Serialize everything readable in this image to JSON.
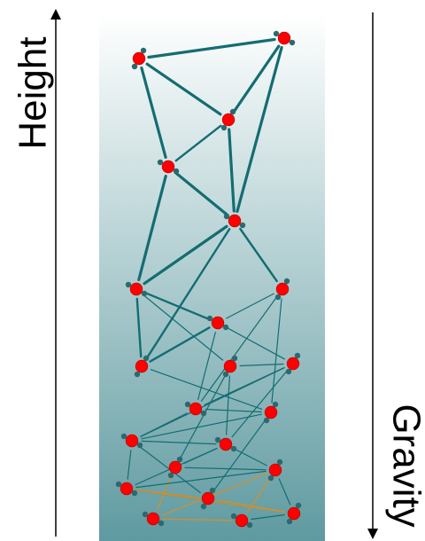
{
  "labels": {
    "height": "Height",
    "gravity": "Gravity"
  },
  "colors": {
    "node": "#ff0000",
    "node_stroke": "#c40000",
    "nub": "#2a6a6e",
    "edge": "#136d72",
    "edge_bottom": "#c8913c",
    "panel_top": "#ffffff",
    "panel_bottom": "#5e9aa0",
    "axis": "#000000"
  },
  "graph": {
    "nodes": [
      {
        "id": "n1"
      },
      {
        "id": "n2"
      },
      {
        "id": "n3"
      },
      {
        "id": "n4"
      },
      {
        "id": "n5"
      },
      {
        "id": "n6"
      },
      {
        "id": "n7"
      },
      {
        "id": "n8"
      },
      {
        "id": "n9"
      },
      {
        "id": "n10"
      },
      {
        "id": "n11"
      },
      {
        "id": "n12"
      },
      {
        "id": "n13"
      },
      {
        "id": "n14"
      },
      {
        "id": "n15"
      },
      {
        "id": "n16"
      },
      {
        "id": "n17"
      },
      {
        "id": "n18"
      },
      {
        "id": "n19"
      },
      {
        "id": "n20"
      },
      {
        "id": "n21"
      },
      {
        "id": "n22"
      },
      {
        "id": "n23"
      },
      {
        "id": "n24"
      }
    ],
    "edges": [
      {
        "from": "n1",
        "to": "n2",
        "weight": "thick"
      },
      {
        "from": "n1",
        "to": "n3",
        "weight": "thick"
      },
      {
        "from": "n1",
        "to": "n4",
        "weight": "thick"
      },
      {
        "from": "n2",
        "to": "n3",
        "weight": "thick"
      },
      {
        "from": "n2",
        "to": "n5",
        "weight": "thick"
      },
      {
        "from": "n3",
        "to": "n4",
        "weight": "medium"
      },
      {
        "from": "n3",
        "to": "n5",
        "weight": "thick"
      },
      {
        "from": "n4",
        "to": "n5",
        "weight": "thick"
      },
      {
        "from": "n4",
        "to": "n6",
        "weight": "thick"
      },
      {
        "from": "n5",
        "to": "n6",
        "weight": "thick"
      },
      {
        "from": "n5",
        "to": "n8",
        "weight": "medium"
      },
      {
        "from": "n5",
        "to": "n9",
        "weight": "medium"
      },
      {
        "from": "n6",
        "to": "n7",
        "weight": "medium"
      },
      {
        "from": "n6",
        "to": "n9",
        "weight": "medium"
      },
      {
        "from": "n6",
        "to": "n10",
        "weight": "thin"
      },
      {
        "from": "n7",
        "to": "n8",
        "weight": "thin"
      },
      {
        "from": "n7",
        "to": "n9",
        "weight": "medium"
      },
      {
        "from": "n7",
        "to": "n11",
        "weight": "thin"
      },
      {
        "from": "n7",
        "to": "n12",
        "weight": "thin"
      },
      {
        "from": "n8",
        "to": "n12",
        "weight": "thin"
      },
      {
        "from": "n8",
        "to": "n13",
        "weight": "thin"
      },
      {
        "from": "n9",
        "to": "n13",
        "weight": "thin"
      },
      {
        "from": "n10",
        "to": "n11",
        "weight": "thin"
      },
      {
        "from": "n10",
        "to": "n14",
        "weight": "thin"
      },
      {
        "from": "n10",
        "to": "n16",
        "weight": "thin"
      },
      {
        "from": "n11",
        "to": "n12",
        "weight": "thin"
      },
      {
        "from": "n11",
        "to": "n14",
        "weight": "thin"
      },
      {
        "from": "n11",
        "to": "n15",
        "weight": "thin"
      },
      {
        "from": "n12",
        "to": "n13",
        "weight": "thin"
      },
      {
        "from": "n12",
        "to": "n15",
        "weight": "thin"
      },
      {
        "from": "n13",
        "to": "n15",
        "weight": "thin"
      },
      {
        "from": "n13",
        "to": "n19",
        "weight": "thin"
      },
      {
        "from": "n14",
        "to": "n15",
        "weight": "thin"
      },
      {
        "from": "n14",
        "to": "n16",
        "weight": "thin"
      },
      {
        "from": "n14",
        "to": "n17",
        "weight": "thin"
      },
      {
        "from": "n14",
        "to": "n18",
        "weight": "thin"
      },
      {
        "from": "n15",
        "to": "n18",
        "weight": "thin"
      },
      {
        "from": "n15",
        "to": "n19",
        "weight": "thin"
      },
      {
        "from": "n16",
        "to": "n17",
        "weight": "thin"
      },
      {
        "from": "n16",
        "to": "n20",
        "weight": "bottom"
      },
      {
        "from": "n17",
        "to": "n18",
        "weight": "thin"
      },
      {
        "from": "n17",
        "to": "n20",
        "weight": "bottom"
      },
      {
        "from": "n17",
        "to": "n21",
        "weight": "bottom"
      },
      {
        "from": "n17",
        "to": "n22",
        "weight": "thin"
      },
      {
        "from": "n18",
        "to": "n19",
        "weight": "thin"
      },
      {
        "from": "n18",
        "to": "n22",
        "weight": "thin"
      },
      {
        "from": "n18",
        "to": "n23",
        "weight": "thin"
      },
      {
        "from": "n19",
        "to": "n22",
        "weight": "bottom"
      },
      {
        "from": "n19",
        "to": "n24",
        "weight": "thin"
      },
      {
        "from": "n20",
        "to": "n21",
        "weight": "bottom"
      },
      {
        "from": "n21",
        "to": "n22",
        "weight": "thin"
      },
      {
        "from": "n22",
        "to": "n23",
        "weight": "bottom"
      },
      {
        "from": "n23",
        "to": "n24",
        "weight": "bottom"
      }
    ]
  }
}
